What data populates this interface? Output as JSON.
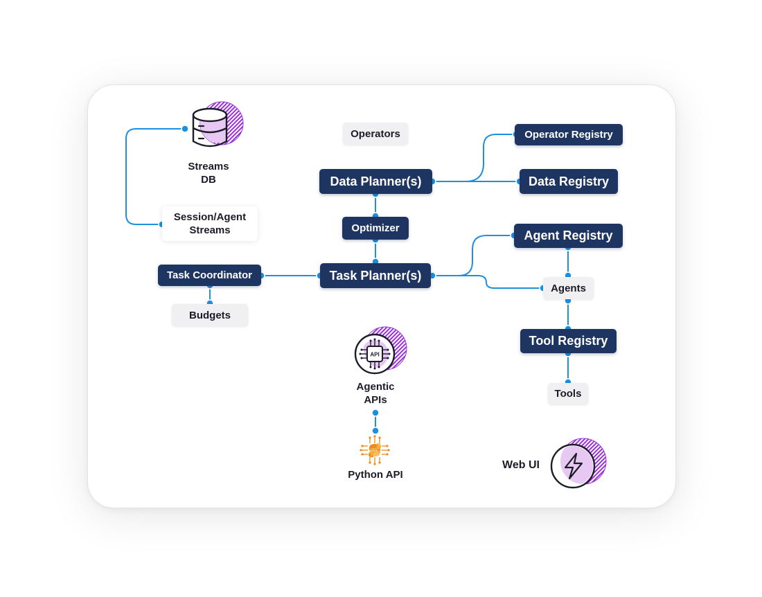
{
  "diagram": {
    "nodes": {
      "streams_db": "Streams\nDB",
      "session_streams": "Session/Agent\nStreams",
      "operators": "Operators",
      "data_planner": "Data Planner(s)",
      "optimizer": "Optimizer",
      "task_planner": "Task Planner(s)",
      "task_coordinator": "Task Coordinator",
      "budgets": "Budgets",
      "operator_registry": "Operator Registry",
      "data_registry": "Data Registry",
      "agent_registry": "Agent Registry",
      "agents": "Agents",
      "tool_registry": "Tool Registry",
      "tools": "Tools",
      "agentic_apis": "Agentic\nAPIs",
      "python_api": "Python API",
      "web_ui": "Web UI"
    },
    "icons": {
      "streams_db": "database-icon",
      "agentic_apis": "api-chip-icon",
      "python_api": "python-chip-icon",
      "web_ui": "lightning-bolt-icon"
    },
    "colors": {
      "node_dark": "#1f3561",
      "node_light": "#f0f0f2",
      "link": "#1e8fdc",
      "accent": "#9b30d9",
      "accent_fill": "#e7c8f2",
      "python_orange": "#f08a1c"
    }
  }
}
